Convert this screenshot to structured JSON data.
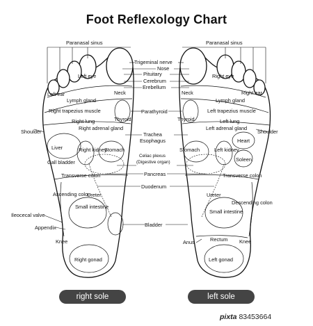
{
  "title": "Foot Reflexology Chart",
  "soles": {
    "right": "right sole",
    "left": "left sole"
  },
  "labels": {
    "paranasal_sinus": "Paranasal sinus",
    "trigeminal_nerve": "Trigeminal nerve",
    "nose": "Nose",
    "pituitary": "Pituitary",
    "cerebrum": "Cerebrum",
    "erebellum": "Erebellum",
    "neck": "Neck",
    "left_eye": "Left eye",
    "right_eye": "Right eye",
    "left_ear": "Left ear",
    "right_ear": "Right ear",
    "lymph_gland": "Lymph gland",
    "right_trapezius_muscle": "Right trapezius muscle",
    "left_trapezius_muscle": "Left trapezius muscle",
    "right_lung": "Right lung",
    "left_lung": "Left lung",
    "parathyroid": "Parathyroid",
    "thyroid": "Thyroid",
    "shoulder": "Shoulder",
    "right_adrenal_gland": "Right adrenal gland",
    "left_adrenal_gland": "Left adrenal gland",
    "trachea": "Trachea",
    "esophagus": "Esophagus",
    "liver": "Liver",
    "heart": "Heart",
    "stomach": "Stomach",
    "right_kidney": "Right kidney",
    "left_kidney": "Left kidney",
    "gall_bladder": "Gall bladder",
    "celiac_plexus": "Celiac plexus",
    "digestive_organ": "(Digestive organ)",
    "soleen": "Soleen",
    "pancreas": "Pancreas",
    "transverse_colon": "Transverse colon",
    "duodenum": "Duodenum",
    "ascending_colon": "Ascending colon",
    "descending_colon": "Descending colon",
    "ureter": "Ureter",
    "ileocecal_valve": "Ileocecal valve",
    "small_intestine": "Small intestine",
    "appendix": "Appendix",
    "bladder": "Bladder",
    "knee": "Knee",
    "anus": "Anus",
    "rectum": "Rectum",
    "right_gonad": "Right gonad",
    "left_gonad": "Left gonad"
  },
  "watermark": {
    "logo": "pixta",
    "id": "83453664"
  }
}
